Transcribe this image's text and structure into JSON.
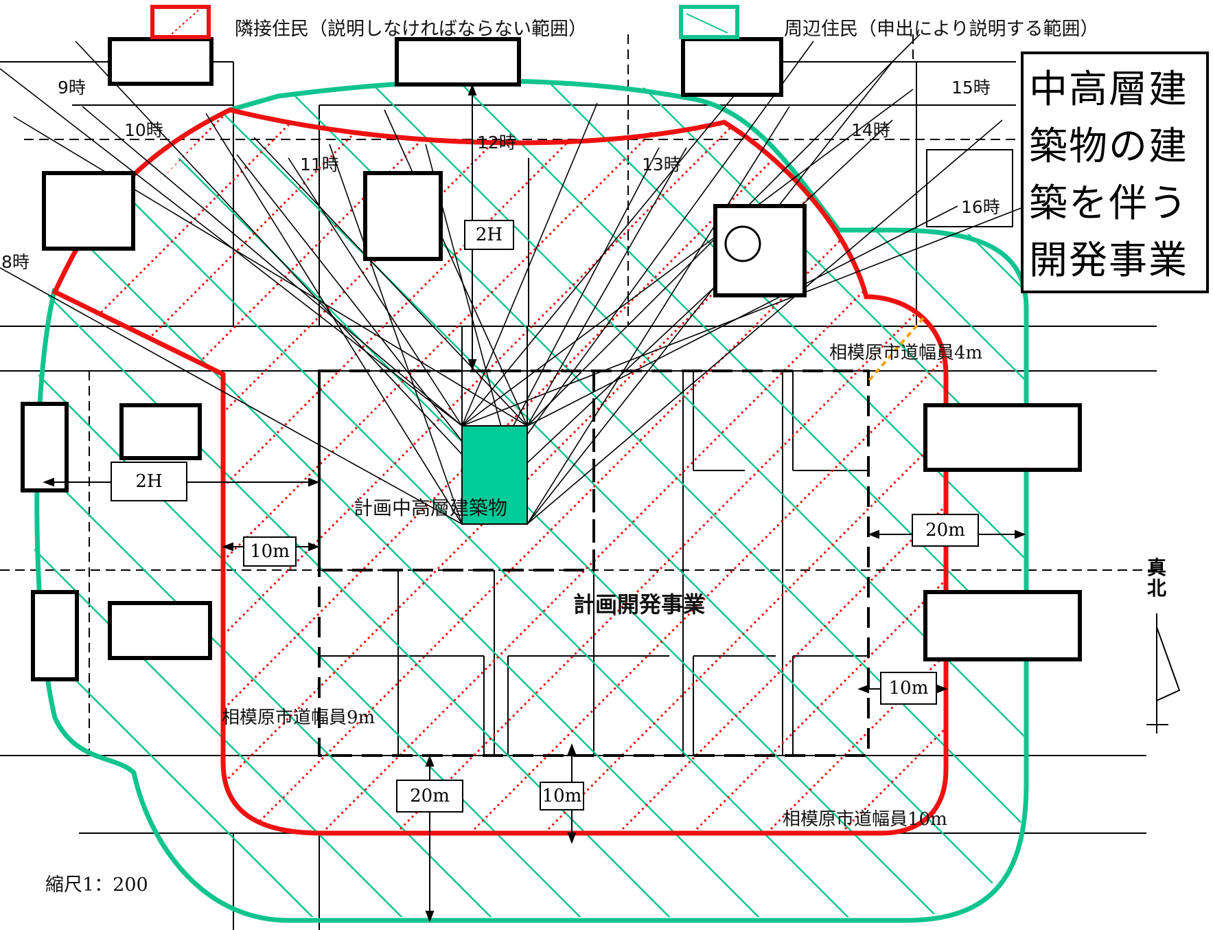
{
  "legend": {
    "adjacent": "隣接住民（説明しなければならない範囲）",
    "surrounding": "周辺住民（申出により説明する範囲）",
    "adjacent_color": "#ee1111",
    "surrounding_color": "#11c48f"
  },
  "title_lines": [
    "中高層建",
    "築物の建",
    "築を伴う",
    "開発事業"
  ],
  "hours": [
    "8時",
    "9時",
    "10時",
    "11時",
    "12時",
    "13時",
    "14時",
    "15時",
    "16時"
  ],
  "dimensions": {
    "twoH_vertical": "2H",
    "twoH_horizontal": "2H",
    "left_10m": "10m",
    "right_20m": "20m",
    "right_10m": "10m",
    "bottom_20m": "20m",
    "bottom_10m": "10m"
  },
  "labels": {
    "planned_building": "計画中高層建築物",
    "planned_project": "計画開発事業",
    "road_4m": "相模原市道幅員4m",
    "road_9m": "相模原市道幅員9m",
    "road_10m": "相模原市道幅員10m",
    "scale": "縮尺1：200",
    "north": [
      "真",
      "北"
    ]
  },
  "building_color": "#00cc99"
}
